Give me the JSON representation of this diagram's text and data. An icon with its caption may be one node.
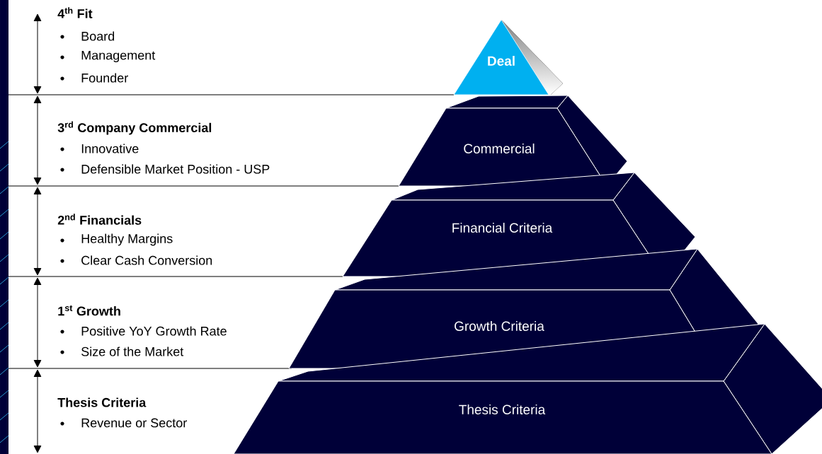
{
  "diagram": {
    "nodes": [
      {
        "text": [
          "Deal"
        ]
      },
      {
        "text": [
          "Commercial"
        ]
      },
      {
        "text": [
          "Financial Criteria"
        ]
      },
      {
        "text": [
          "Growth Criteria"
        ]
      },
      {
        "text": [
          "Thesis Criteria"
        ]
      }
    ],
    "labels": [
      "4$^{th}$ Fit",
      "Board",
      "Management",
      "Founder",
      "3$^{rd}$ Company Commercial",
      "Innovative",
      "Defensible Market Position - USP",
      "2$^{nd}$ Financials",
      "Healthy Margins",
      "Clear Cash Conversion",
      "1$^{st}$ Growth",
      "Positive YoY Growth Rate",
      "Size of the Market",
      "Thesis Criteria",
      "Revenue or Sector"
    ]
  }
}
